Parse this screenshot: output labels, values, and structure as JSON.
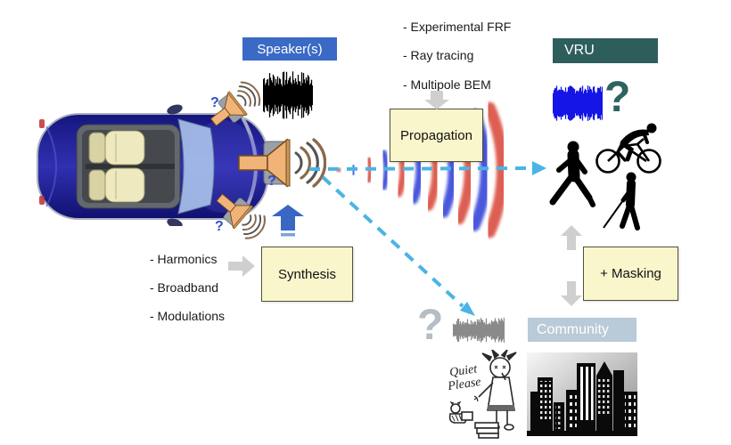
{
  "figure": {
    "speakers_label": "Speaker(s)",
    "vru_label": "VRU",
    "community_label": "Community",
    "propagation_label": "Propagation",
    "synthesis_label": "Synthesis",
    "masking_label": "+ Masking",
    "propagation_methods": [
      "- Experimental FRF",
      "- Ray tracing",
      "- Multipole BEM"
    ],
    "synthesis_features": [
      "- Harmonics",
      "- Broadband",
      "- Modulations"
    ],
    "question_mark": "?",
    "cartoon_caption": {
      "line1": "Quiet",
      "line2": "Please"
    },
    "colors": {
      "speaker_box": "#3a6ac6",
      "vru_box": "#2e5e5c",
      "community_box": "#b9cad8",
      "process_box": "#faf6cc",
      "dashed_arrow": "#4ab4e4",
      "wave_red": "#d84334",
      "wave_blue": "#2b3bd8",
      "waveform_black": "#000000",
      "waveform_blue": "#1515e8",
      "waveform_gray": "#8a8a8a",
      "block_arrow_gray": "#cfcfcf",
      "block_arrow_blue": "#3a66c4"
    }
  }
}
